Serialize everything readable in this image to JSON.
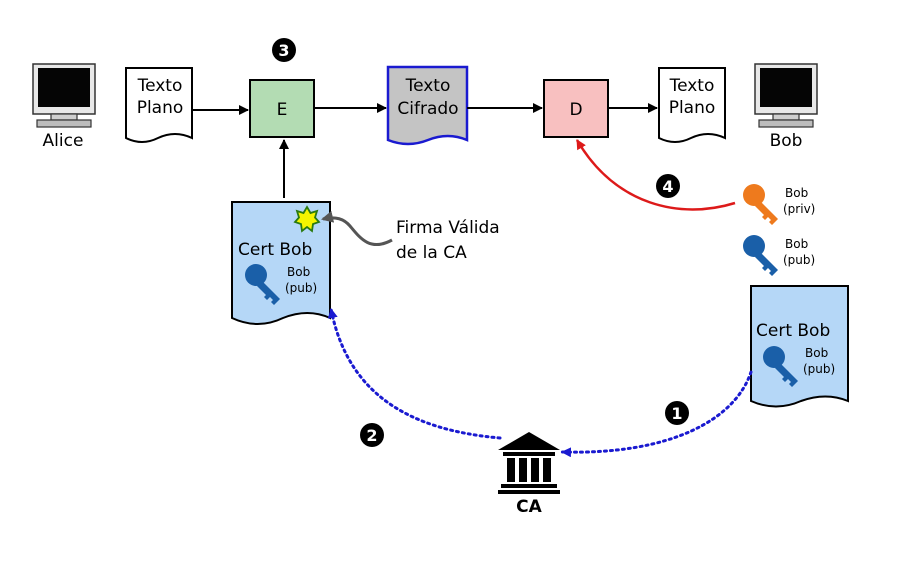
{
  "actors": {
    "alice": "Alice",
    "bob": "Bob"
  },
  "documents": {
    "plaintext_in": [
      "Texto",
      "Plano"
    ],
    "ciphertext": [
      "Texto",
      "Cifrado"
    ],
    "plaintext_out": [
      "Texto",
      "Plano"
    ]
  },
  "operations": {
    "encrypt": "E",
    "decrypt": "D"
  },
  "certificate_left": {
    "title": "Cert Bob",
    "key_owner": "Bob",
    "key_type": "(pub)"
  },
  "certificate_right": {
    "title": "Cert Bob",
    "key_owner": "Bob",
    "key_type": "(pub)"
  },
  "keys": {
    "private": {
      "owner": "Bob",
      "type": "(priv)",
      "color": "#ee7a1d"
    },
    "public": {
      "owner": "Bob",
      "type": "(pub)",
      "color": "#1a5fa8"
    }
  },
  "signature_label": [
    "Firma Válida",
    "de la CA"
  ],
  "ca_label": "CA",
  "steps": [
    "1",
    "2",
    "3",
    "4"
  ],
  "colors": {
    "encrypt_fill": "#b3dcb3",
    "decrypt_fill": "#f8c0c0",
    "cipher_fill": "#c4c4c4",
    "cipher_stroke": "#1a1ad0",
    "cert_fill": "#b5d7f7",
    "dotted_arrow": "#1a1ad0",
    "private_arrow": "#dd1a1a",
    "seal_fill": "#f4f400",
    "seal_stroke": "#2a7a10"
  },
  "icons": [
    "monitor-icon",
    "key-icon",
    "bank-icon",
    "seal-icon"
  ]
}
